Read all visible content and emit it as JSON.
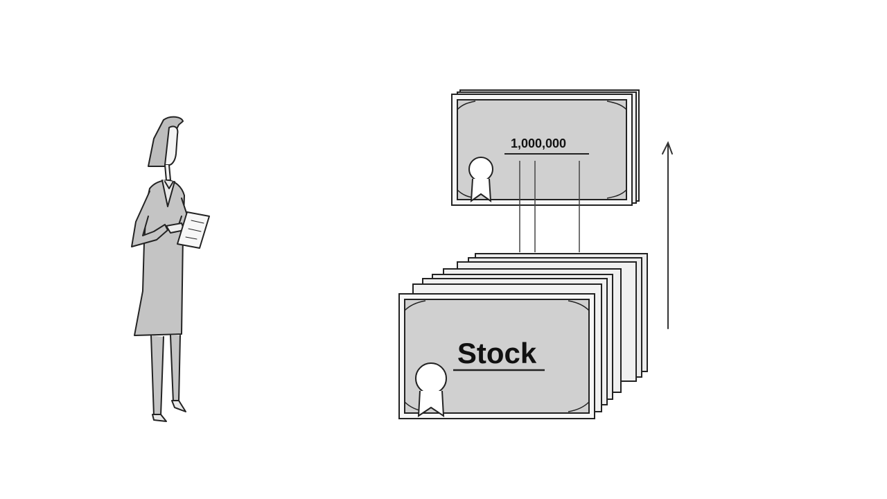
{
  "scene": {
    "top_certificate": {
      "amount_text": "1,000,000"
    },
    "bottom_certificate": {
      "label_text": "Stock"
    },
    "colors": {
      "background": "#ffffff",
      "paper_fill": "#d0d0d0",
      "line": "#222222"
    },
    "icons": {
      "figure": "businesswoman-with-clipboard",
      "seal": "award-seal-ribbon",
      "arrow": "up-arrow"
    }
  }
}
